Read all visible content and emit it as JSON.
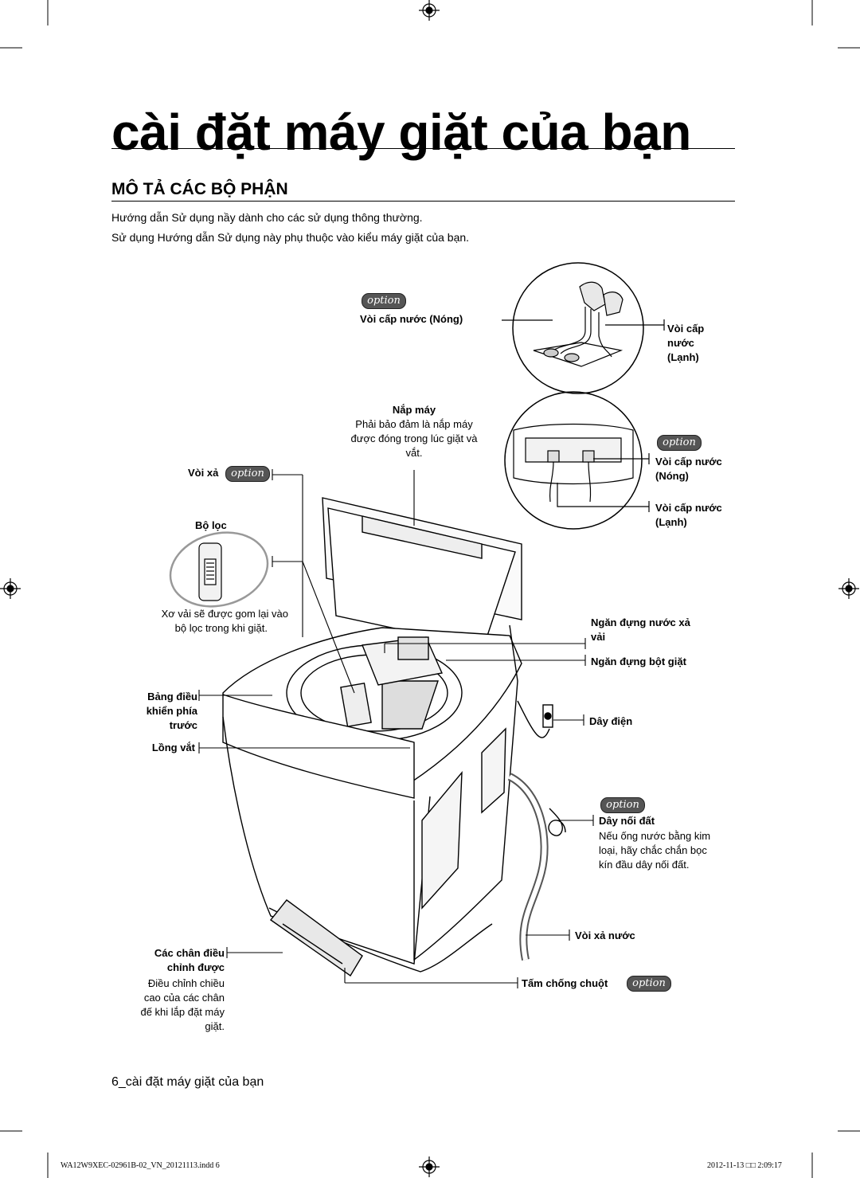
{
  "page": {
    "title": "cài đặt máy giặt của bạn",
    "section_heading": "MÔ TẢ CÁC BỘ PHẬN",
    "intro_lines": [
      "Hướng dẫn Sử dụng nầy dành cho các sử dụng thông thường.",
      "Sử dụng Hướng dẫn Sử dụng này phụ thuộc vào kiểu máy giặt của bạn."
    ],
    "option_badge": "option",
    "footer_section": "6_cài đặt máy giặt của bạn",
    "footer_file": "WA12W9XEC-02961B-02_VN_20121113.indd   6",
    "footer_date": "2012-11-13   □□ 2:09:17"
  },
  "labels": {
    "hot_tap_top": "Vòi cấp nước (Nóng)",
    "cold_tap_top_1": "Vòi cấp",
    "cold_tap_top_2": "nước",
    "cold_tap_top_3": "(Lạnh)",
    "lid_title": "Nắp máy",
    "lid_desc_1": "Phải bảo đảm là nắp máy",
    "lid_desc_2": "được đóng trong lúc giặt và",
    "lid_desc_3": "vắt.",
    "drain": "Vòi xả",
    "filter": "Bộ lọc",
    "filter_desc_1": "Xơ vải sẽ được gom lại vào",
    "filter_desc_2": "bộ lọc trong khi giặt.",
    "hot_tap_mid_1": "Vòi cấp nước",
    "hot_tap_mid_2": "(Nóng)",
    "cold_tap_mid_1": "Vòi cấp nước",
    "cold_tap_mid_2": "(Lạnh)",
    "softener_1": "Ngăn đựng nước xả",
    "softener_2": "vải",
    "detergent": "Ngăn đựng bột giặt",
    "control_1": "Bảng điều",
    "control_2": "khiển phía",
    "control_3": "trước",
    "tub": "Lồng vắt",
    "power": "Dây điện",
    "ground_title": "Dây nối đất",
    "ground_desc_1": "Nếu ống nước bằng kim",
    "ground_desc_2": "loại, hãy chắc chắn bọc",
    "ground_desc_3": "kín đầu dây nối đất.",
    "drain_hose": "Vòi xả nước",
    "feet_1": "Các chân điều",
    "feet_2": "chỉnh được",
    "feet_desc_1": "Điều chỉnh chiều",
    "feet_desc_2": "cao của các chân",
    "feet_desc_3": "đế khi lắp đặt máy",
    "feet_desc_4": "giặt.",
    "rat_plate": "Tấm chống chuột"
  }
}
